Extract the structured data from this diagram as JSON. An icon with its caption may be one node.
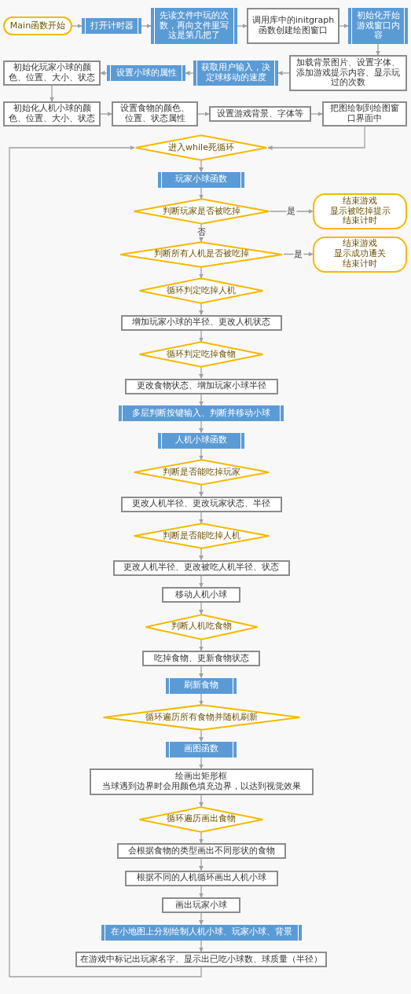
{
  "diagram": {
    "nodes": [
      {
        "text": [
          "Main函数开始"
        ]
      },
      {
        "text": [
          "打开计时器"
        ]
      },
      {
        "text": [
          "先读文件中玩的次数，再向文件里写这是第几把了"
        ]
      },
      {
        "text": [
          "调用库中的initgraph函数创建绘图窗口"
        ]
      },
      {
        "text": [
          "初始化开始游戏窗口内容"
        ]
      },
      {
        "text": [
          "加载背景图片、设置字体、添加游戏提示内容、显示玩过的次数"
        ]
      },
      {
        "text": [
          "获取用户输入，决定球移动的速度"
        ]
      },
      {
        "text": [
          "设置小球的属性"
        ]
      },
      {
        "text": [
          "初始化玩家小球的颜色、位置、大小、状态"
        ]
      },
      {
        "text": [
          "初始化人机小球的颜色、位置、大小、状态"
        ]
      },
      {
        "text": [
          "设置食物的颜色、位置、状态属性"
        ]
      },
      {
        "text": [
          "设置游戏背景、字体等"
        ]
      },
      {
        "text": [
          "把图绘制到绘图窗口界面中"
        ]
      },
      {
        "text": [
          "进入while死循环"
        ]
      },
      {
        "text": [
          "玩家小球函数"
        ]
      },
      {
        "text": [
          "判断玩家是否被吃掉"
        ]
      },
      {
        "text": [
          "结束游戏",
          "显示被吃掉提示",
          "结束计时"
        ]
      },
      {
        "text": [
          "判断所有人机是否被吃掉"
        ]
      },
      {
        "text": [
          "结束游戏",
          "显示成功通关",
          "结束计时"
        ]
      },
      {
        "text": [
          "循环判定吃掉人机"
        ]
      },
      {
        "text": [
          "增加玩家小球的半径、更改人机状态"
        ]
      },
      {
        "text": [
          "循环判定吃掉食物"
        ]
      },
      {
        "text": [
          "更改食物状态、增加玩家小球半径"
        ]
      },
      {
        "text": [
          "多层判断按键输入、判断并移动小球"
        ]
      },
      {
        "text": [
          "人机小球函数"
        ]
      },
      {
        "text": [
          "判断是否能吃掉玩家"
        ]
      },
      {
        "text": [
          "更改人机半径、更改玩家状态、半径"
        ]
      },
      {
        "text": [
          "判断是否能吃掉人机"
        ]
      },
      {
        "text": [
          "更改人机半径、更改被吃人机半径、状态"
        ]
      },
      {
        "text": [
          "移动人机小球"
        ]
      },
      {
        "text": [
          "判断人机吃食物"
        ]
      },
      {
        "text": [
          "吃掉食物、更新食物状态"
        ]
      },
      {
        "text": [
          "刷新食物"
        ]
      },
      {
        "text": [
          "循环遍历所有食物并随机刷新"
        ]
      },
      {
        "text": [
          "画图函数"
        ]
      },
      {
        "text": [
          "绘画出矩形框",
          "当球遇到边界时会用颜色填充边界，以达到视觉效果"
        ]
      },
      {
        "text": [
          "循环遍历画出食物"
        ]
      },
      {
        "text": [
          "会根据食物的类型画出不同形状的食物"
        ]
      },
      {
        "text": [
          "根据不同的人机循环画出人机小球"
        ]
      },
      {
        "text": [
          "画出玩家小球"
        ]
      },
      {
        "text": [
          "在小地图上分别绘制人机小球、玩家小球、背景"
        ]
      },
      {
        "text": [
          "在游戏中标记出玩家名字、显示出已吃小球数、球质量（半径）"
        ]
      }
    ],
    "edges": [
      {
        "from": 0,
        "to": 1,
        "arrow": "to"
      },
      {
        "from": 1,
        "to": 2,
        "arrow": "to"
      },
      {
        "from": 2,
        "to": 3,
        "arrow": "to"
      },
      {
        "from": 3,
        "to": 4,
        "arrow": "to"
      },
      {
        "from": 4,
        "to": 5,
        "arrow": "to"
      },
      {
        "from": 5,
        "to": 6,
        "arrow": "to"
      },
      {
        "from": 6,
        "to": 7,
        "arrow": "to"
      },
      {
        "from": 7,
        "to": 8,
        "arrow": "to"
      },
      {
        "from": 8,
        "to": 9,
        "arrow": "to"
      },
      {
        "from": 9,
        "to": 10,
        "arrow": "to"
      },
      {
        "from": 10,
        "to": 11,
        "arrow": "to"
      },
      {
        "from": 11,
        "to": 12,
        "arrow": "to"
      },
      {
        "from": 12,
        "to": 13,
        "arrow": "to"
      },
      {
        "from": 13,
        "to": 14,
        "arrow": "to"
      },
      {
        "from": 14,
        "to": 15,
        "arrow": "to"
      },
      {
        "from": 15,
        "to": 16,
        "arrow": "to",
        "label": "是"
      },
      {
        "from": 15,
        "to": 17,
        "arrow": "to",
        "label": "否"
      },
      {
        "from": 17,
        "to": 18,
        "arrow": "to",
        "label": "是"
      },
      {
        "from": 17,
        "to": 19,
        "arrow": "to"
      },
      {
        "from": 19,
        "to": 20,
        "arrow": "to"
      },
      {
        "from": 20,
        "to": 21,
        "arrow": "to"
      },
      {
        "from": 21,
        "to": 22,
        "arrow": "to"
      },
      {
        "from": 22,
        "to": 23,
        "arrow": "to"
      },
      {
        "from": 23,
        "to": 24,
        "arrow": "to"
      },
      {
        "from": 24,
        "to": 25,
        "arrow": "to"
      },
      {
        "from": 25,
        "to": 26,
        "arrow": "to"
      },
      {
        "from": 26,
        "to": 27,
        "arrow": "to"
      },
      {
        "from": 27,
        "to": 28,
        "arrow": "to"
      },
      {
        "from": 28,
        "to": 29,
        "arrow": "to"
      },
      {
        "from": 29,
        "to": 30,
        "arrow": "to"
      },
      {
        "from": 30,
        "to": 31,
        "arrow": "to"
      },
      {
        "from": 31,
        "to": 32,
        "arrow": "to"
      },
      {
        "from": 32,
        "to": 33,
        "arrow": "to"
      },
      {
        "from": 33,
        "to": 34,
        "arrow": "to"
      },
      {
        "from": 34,
        "to": 35,
        "arrow": "to"
      },
      {
        "from": 35,
        "to": 36,
        "arrow": "to"
      },
      {
        "from": 36,
        "to": 37,
        "arrow": "to"
      },
      {
        "from": 37,
        "to": 38,
        "arrow": "to"
      },
      {
        "from": 38,
        "to": 39,
        "arrow": "to"
      },
      {
        "from": 39,
        "to": 40,
        "arrow": "to"
      },
      {
        "from": 40,
        "to": 41,
        "arrow": "to"
      },
      {
        "from": 41,
        "to": 13,
        "arrow": "to"
      }
    ]
  }
}
